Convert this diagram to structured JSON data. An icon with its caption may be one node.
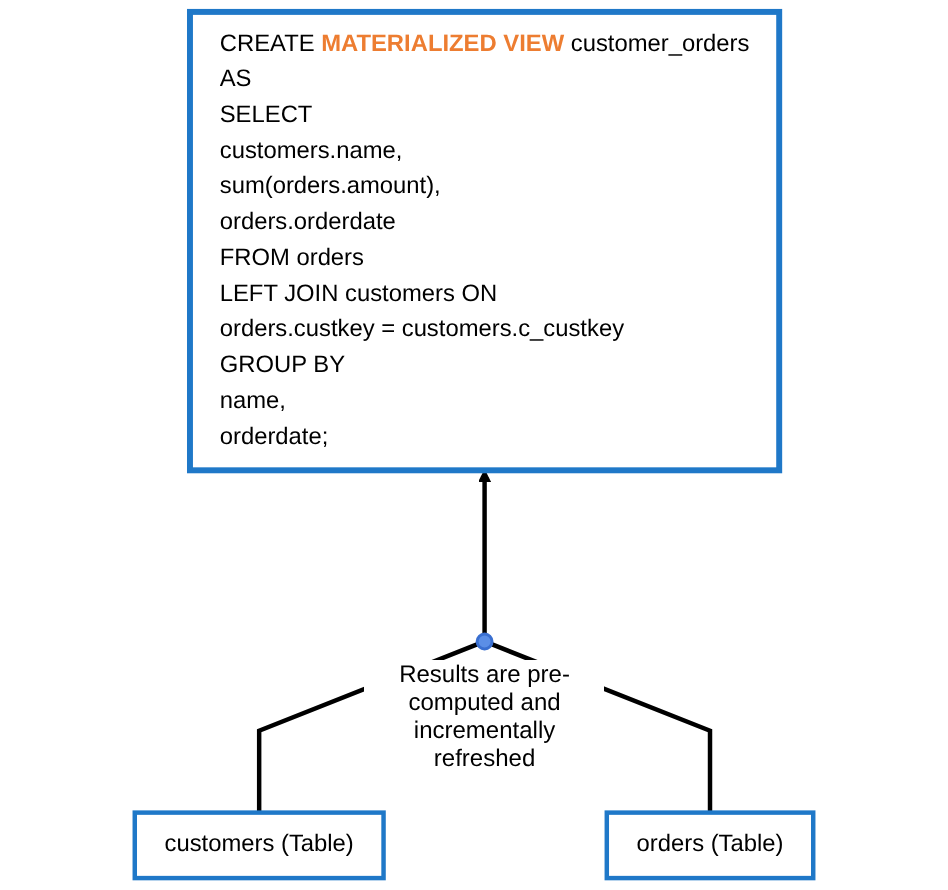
{
  "diagram": {
    "nodes": [
      {
        "text": [
          "CREATE **MATERIALIZED VIEW** customer_orders",
          "AS",
          "SELECT",
          "customers.name,",
          "sum(orders.amount),",
          "orders.orderdate",
          "FROM orders",
          "LEFT JOIN customers ON",
          "orders.custkey = customers.c_custkey",
          "GROUP BY",
          "name,",
          "orderdate;"
        ]
      },
      {
        "text": [],
        "shape": "circle",
        "beside": [
          "Results are pre-computed and incrementally refreshed"
        ]
      },
      {
        "text": [
          "customers (Table)"
        ]
      },
      {
        "text": [
          "orders (Table)"
        ]
      }
    ],
    "edges": [
      {
        "from": 2,
        "to": 1,
        "arrow": "none"
      },
      {
        "from": 3,
        "to": 1,
        "arrow": "none"
      },
      {
        "from": 1,
        "to": 0,
        "arrow": "to"
      }
    ]
  }
}
